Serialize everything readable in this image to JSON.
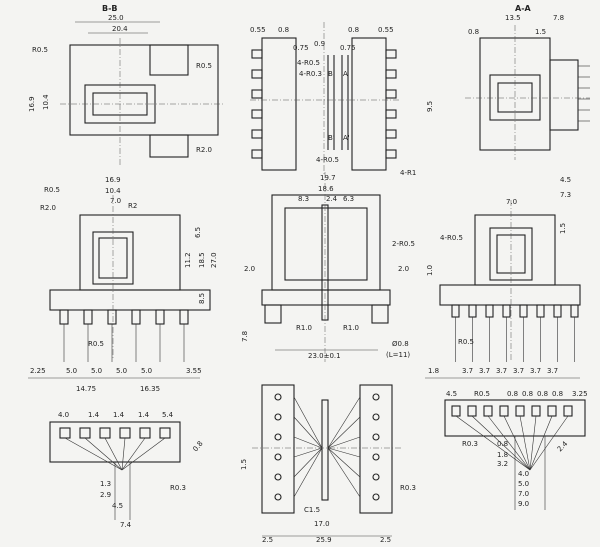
{
  "sheet": {
    "views": {
      "bb": {
        "title": "B-B"
      },
      "aa": {
        "title": "A-A"
      }
    },
    "dims": {
      "bb": [
        "25.0",
        "20.4",
        "R0.5",
        "R0.5",
        "16.9",
        "10.4",
        "R2.0"
      ],
      "top_center": [
        "0.55",
        "0.8",
        "0.8",
        "0.55",
        "0.75",
        "0.9",
        "0.75",
        "4-R0.5",
        "4-R0.3",
        "B",
        "A",
        "B'",
        "A'",
        "4-R0.5",
        "4-R1"
      ],
      "aa": [
        "13.5",
        "7.8",
        "0.8",
        "1.5",
        "9.5",
        "4.5",
        "7.3"
      ],
      "front_left": [
        "R0.5",
        "16.9",
        "10.4",
        "R2.0",
        "7.0",
        "R2",
        "6.5",
        "11.2",
        "18.5",
        "27.0",
        "8.5",
        "R0.5",
        "2.25",
        "5.0",
        "5.0",
        "5.0",
        "5.0",
        "3.55",
        "14.75",
        "16.35"
      ],
      "front_mid": [
        "19.7",
        "18.6",
        "8.3",
        "2.4",
        "6.3",
        "2-R0.5",
        "2.0",
        "2.0",
        "7.8",
        "R1.0",
        "R1.0",
        "23.0±0.1",
        "Ø0.8",
        "(L=11)"
      ],
      "front_right": [
        "7.0",
        "4-R0.5",
        "1.0",
        "1.5",
        "1.8",
        "3.7",
        "3.7",
        "3.7",
        "3.7",
        "3.7",
        "3.7",
        "R0.5"
      ],
      "bottom_left": [
        "4.0",
        "1.4",
        "1.4",
        "1.4",
        "5.4",
        "0.8",
        "R0.3",
        "1.3",
        "2.9",
        "4.5",
        "7.4"
      ],
      "bottom_mid": [
        "1.5",
        "R0.3",
        "C1.5",
        "17.0",
        "2.5",
        "25.9",
        "2.5"
      ],
      "bottom_right": [
        "4.5",
        "R0.5",
        "0.8",
        "0.8",
        "0.8",
        "0.8",
        "3.25",
        "R0.3",
        "0.8",
        "1.8",
        "3.2",
        "2.4",
        "4.0",
        "5.0",
        "7.0",
        "9.0"
      ]
    }
  }
}
